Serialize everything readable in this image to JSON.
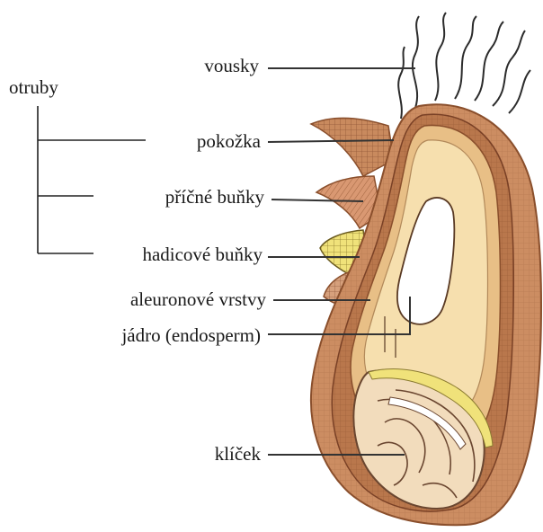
{
  "labels": {
    "otruby": "otruby",
    "vousky": "vousky",
    "pokozka": "pokožka",
    "pricne_bunky": "příčné buňky",
    "hadicove_bunky": "hadicové buňky",
    "aleuronove_vrstvy": "aleuronové vrstvy",
    "jadro": "jádro (endosperm)",
    "klicek": "klíček"
  },
  "colors": {
    "outer_shell": "#cc8d62",
    "shell_edge": "#8a4f2c",
    "bran_layer": "#b9774c",
    "aleurone_layer": "#e8bf86",
    "endosperm": "#f6dfae",
    "endosperm_inner": "#f3d79e",
    "cavity": "#ffffff",
    "germ": "#f2dcbc",
    "germ_edge": "#6a4630",
    "yellow_cells": "#f0e27a",
    "leader_line": "#333333"
  }
}
